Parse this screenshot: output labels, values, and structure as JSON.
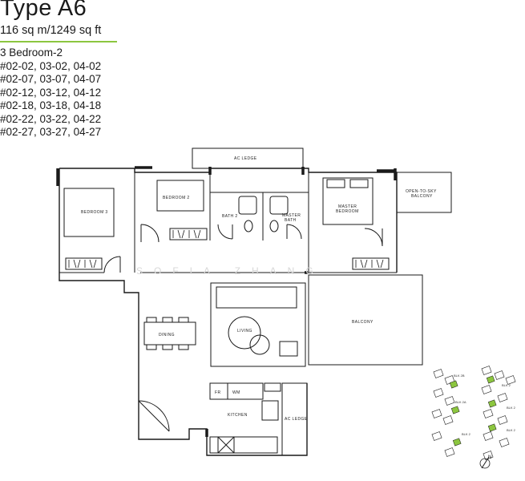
{
  "header": {
    "title": "Type A6",
    "area": "116 sq m/1249 sq ft",
    "bedrooms": "3 Bedroom-2",
    "units": [
      "#02-02, 03-02, 04-02",
      "#02-07, 03-07, 04-07",
      "#02-12, 03-12, 04-12",
      "#02-18, 03-18, 04-18",
      "#02-22, 03-22, 04-22",
      "#02-27, 03-27, 04-27"
    ]
  },
  "rooms": {
    "ac_ledge_top": "AC LEDGE",
    "bedroom3": "BEDROOM 3",
    "bedroom2": "BEDROOM 2",
    "bath2": "BATH 2",
    "master_bath_1": "MASTER",
    "master_bath_2": "BATH",
    "master_bedroom_1": "MASTER",
    "master_bedroom_2": "BEDROOM",
    "open_to_sky_1": "OPEN-TO-SKY",
    "open_to_sky_2": "BALCONY",
    "dining": "DINING",
    "living": "LIVING",
    "balcony": "BALCONY",
    "kitchen": "KITCHEN",
    "ac_ledge_kitchen": "AC LEDGE",
    "fridge": "FR",
    "wm": "WM"
  },
  "watermark": "SOFIA ZHANG",
  "keyplan": {
    "blocks": [
      "BLK 2B",
      "BLK 2A",
      "BLK 2",
      "BLK 2",
      "BLK 2",
      "BLK 2"
    ],
    "north": "N",
    "highlight_color": "#8cc63f"
  },
  "colors": {
    "accent": "#8cc63f",
    "wall": "#1a1a1a"
  }
}
